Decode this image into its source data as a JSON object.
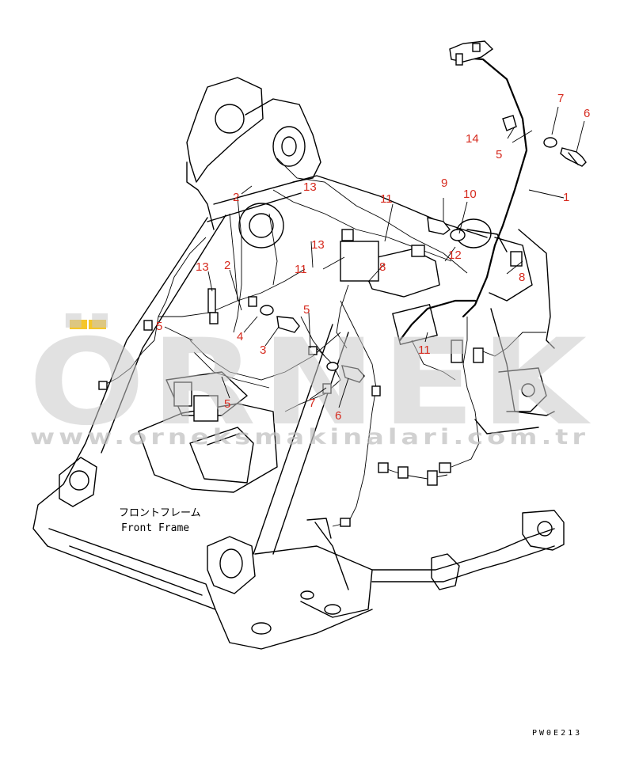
{
  "watermark": {
    "brand": "ÖRNEK",
    "url": "www.orneksmakinalari.com.tr",
    "accent_color": "#f5c62a"
  },
  "frame_label": {
    "japanese": "フロントフレーム",
    "english": "Front Frame"
  },
  "drawing_code": "PW0E213",
  "callouts": [
    {
      "id": "c1",
      "text": "1"
    },
    {
      "id": "c2a",
      "text": "2"
    },
    {
      "id": "c2b",
      "text": "2"
    },
    {
      "id": "c3",
      "text": "3"
    },
    {
      "id": "c4",
      "text": "4"
    },
    {
      "id": "c5a",
      "text": "5"
    },
    {
      "id": "c5b",
      "text": "5"
    },
    {
      "id": "c5c",
      "text": "5"
    },
    {
      "id": "c5d",
      "text": "5"
    },
    {
      "id": "c6a",
      "text": "6"
    },
    {
      "id": "c6b",
      "text": "6"
    },
    {
      "id": "c7a",
      "text": "7"
    },
    {
      "id": "c7b",
      "text": "7"
    },
    {
      "id": "c8a",
      "text": "8"
    },
    {
      "id": "c8b",
      "text": "8"
    },
    {
      "id": "c9",
      "text": "9"
    },
    {
      "id": "c10",
      "text": "10"
    },
    {
      "id": "c11a",
      "text": "11"
    },
    {
      "id": "c11b",
      "text": "11"
    },
    {
      "id": "c11c",
      "text": "11"
    },
    {
      "id": "c12",
      "text": "12"
    },
    {
      "id": "c13a",
      "text": "13"
    },
    {
      "id": "c13b",
      "text": "13"
    },
    {
      "id": "c13c",
      "text": "13"
    },
    {
      "id": "c14",
      "text": "14"
    }
  ],
  "colors": {
    "callout": "#d62a1e",
    "line": "#000000",
    "watermark_gray": "#c9c9c9"
  }
}
